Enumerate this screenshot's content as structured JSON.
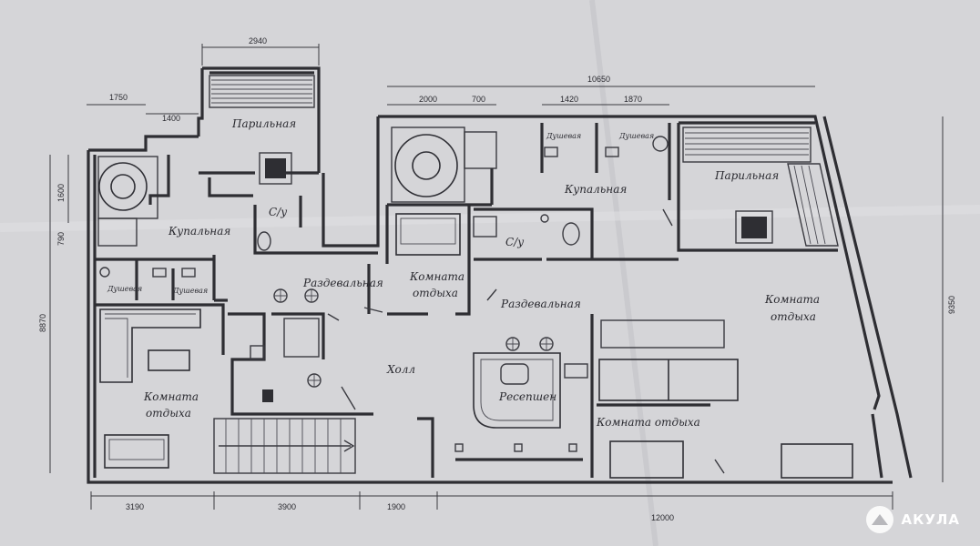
{
  "rooms": {
    "steam_left": "Парильная",
    "steam_right": "Парильная",
    "bath_left": "Купальная",
    "bath_right": "Купальная",
    "wc_left": "С/у",
    "wc_center": "С/у",
    "dressing_left": "Раздевальная",
    "dressing_center": "Раздевальная",
    "rest_center": "Комната\nотдыха",
    "rest_left": "Комната\nотдыха",
    "rest_right": "Комната\nотдыха",
    "rest_bottom": "Комната отдыха",
    "hall": "Холл",
    "reception": "Ресепшен",
    "shower_1": "Душевая",
    "shower_2": "Душевая",
    "shower_3": "Душевая",
    "shower_4": "Душевая"
  },
  "dimensions": {
    "top_steam": "2940",
    "top_left": "1750",
    "top_mid": "1400",
    "overall_top": "10650",
    "seg_2000": "2000",
    "seg_700": "700",
    "seg_1420": "1420",
    "seg_1870": "1870",
    "left_1600": "1600",
    "left_790": "790",
    "left_total": "8870",
    "right_total": "9350",
    "bottom_3190": "3190",
    "bottom_3900": "3900",
    "bottom_1900": "1900",
    "bottom_12000": "12000"
  },
  "brand": {
    "name": "АКУЛА",
    "icon": "shark-fin-icon"
  }
}
